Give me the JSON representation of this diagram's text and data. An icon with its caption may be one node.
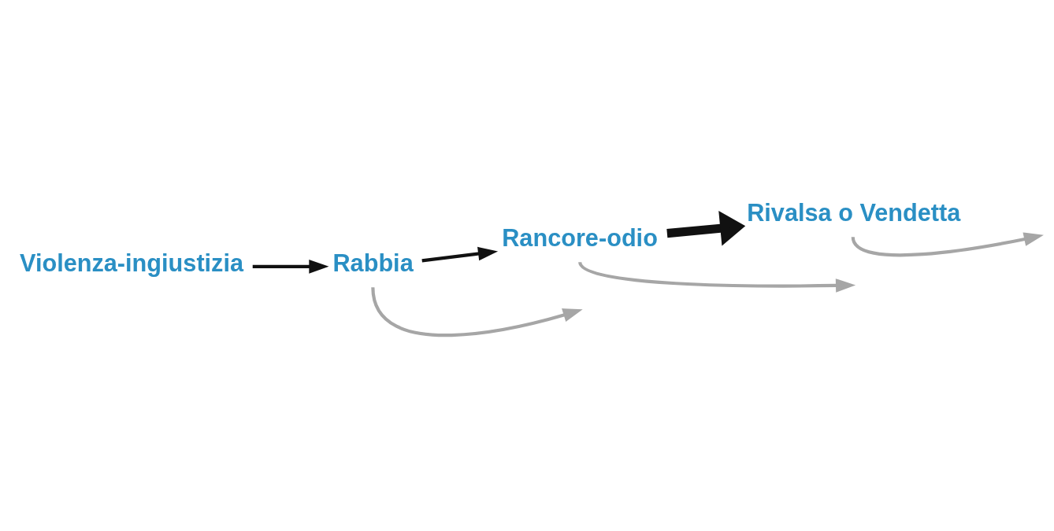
{
  "diagram": {
    "nodes": [
      {
        "text": [
          "Violenza-ingiustizia"
        ]
      },
      {
        "text": [
          "Rabbia"
        ]
      },
      {
        "text": [
          "Rancore-odio"
        ]
      },
      {
        "text": [
          "Rivalsa o Vendetta"
        ]
      }
    ],
    "edges": [
      {
        "from": 0,
        "to": 1,
        "arrow": "to"
      },
      {
        "from": 1,
        "to": 2,
        "arrow": "to"
      },
      {
        "from": 2,
        "to": 3,
        "arrow": "to",
        "style": "thick"
      },
      {
        "from": 1,
        "to": null,
        "arrow": "to",
        "color": "#a6a6a6"
      },
      {
        "from": 2,
        "to": null,
        "arrow": "to",
        "color": "#a6a6a6"
      },
      {
        "from": 3,
        "to": null,
        "arrow": "to",
        "color": "#a6a6a6"
      }
    ]
  }
}
